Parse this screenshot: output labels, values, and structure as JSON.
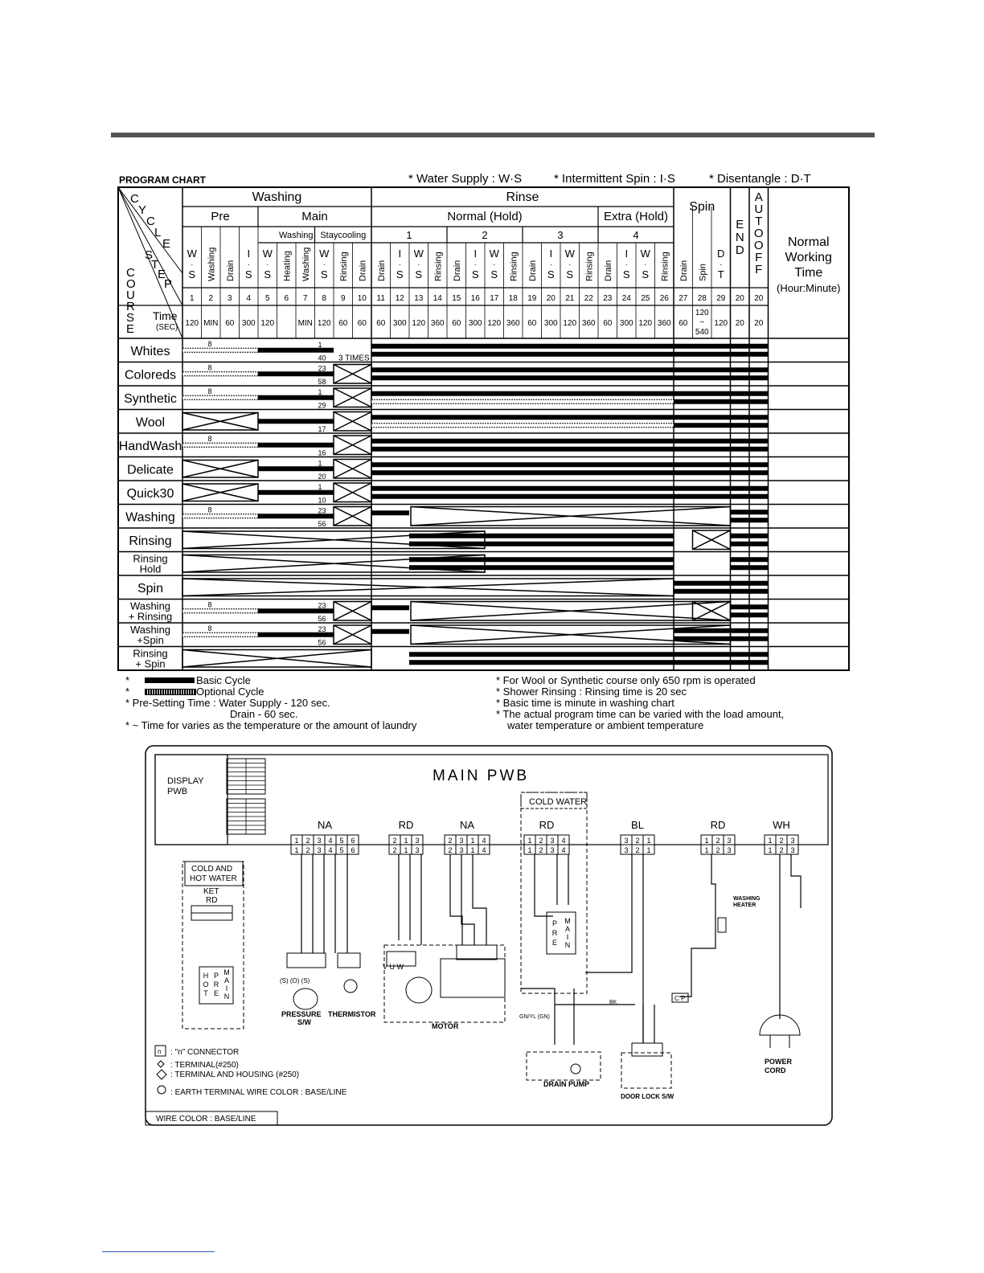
{
  "chart": {
    "title": "PROGRAM CHART",
    "abbrev": [
      "* Water Supply : W·S",
      "* Intermittent Spin : I·S",
      "* Disentangle : D·T"
    ],
    "groups": {
      "washing": "Washing",
      "rinse": "Rinse",
      "spin": "Spin",
      "end": "END",
      "autooff": "AUTOOFF"
    },
    "sub": {
      "pre": "Pre",
      "main": "Main",
      "normal": "Normal (Hold)",
      "extra": "Extra (Hold)"
    },
    "main_sub": {
      "washing": "Washing",
      "staycooling": "Staycooling"
    },
    "rinse_nums": [
      "1",
      "2",
      "3",
      "4"
    ],
    "corner": {
      "cycle": "CYCLE",
      "step": "STEP",
      "course": "COURSE",
      "time": "Time",
      "sec": "(SEC)"
    },
    "normal_time": [
      "Normal",
      "Working",
      "Time",
      "(Hour:Minute)"
    ],
    "steps": [
      {
        "label": "W·S",
        "no": "1",
        "time": "120"
      },
      {
        "label": "Washing",
        "no": "2",
        "time": "MIN"
      },
      {
        "label": "Drain",
        "no": "3",
        "time": "60"
      },
      {
        "label": "I·S",
        "no": "4",
        "time": "300"
      },
      {
        "label": "W·S",
        "no": "5",
        "time": "120"
      },
      {
        "label": "Heating",
        "no": "6",
        "time": ""
      },
      {
        "label": "Washing",
        "no": "7",
        "time": "MIN"
      },
      {
        "label": "W·S",
        "no": "8",
        "time": "120"
      },
      {
        "label": "Rinsing",
        "no": "9",
        "time": "60"
      },
      {
        "label": "Drain",
        "no": "10",
        "time": "60"
      },
      {
        "label": "Drain",
        "no": "11",
        "time": "60"
      },
      {
        "label": "I·S",
        "no": "12",
        "time": "300"
      },
      {
        "label": "W·S",
        "no": "13",
        "time": "120"
      },
      {
        "label": "Rinsing",
        "no": "14",
        "time": "360"
      },
      {
        "label": "Drain",
        "no": "15",
        "time": "60"
      },
      {
        "label": "I·S",
        "no": "16",
        "time": "300"
      },
      {
        "label": "W·S",
        "no": "17",
        "time": "120"
      },
      {
        "label": "Rinsing",
        "no": "18",
        "time": "360"
      },
      {
        "label": "Drain",
        "no": "19",
        "time": "60"
      },
      {
        "label": "I·S",
        "no": "20",
        "time": "300"
      },
      {
        "label": "W·S",
        "no": "21",
        "time": "120"
      },
      {
        "label": "Rinsing",
        "no": "22",
        "time": "360"
      },
      {
        "label": "Drain",
        "no": "23",
        "time": "60"
      },
      {
        "label": "I·S",
        "no": "24",
        "time": "300"
      },
      {
        "label": "W·S",
        "no": "25",
        "time": "120"
      },
      {
        "label": "Rinsing",
        "no": "26",
        "time": "360"
      },
      {
        "label": "Drain",
        "no": "27",
        "time": "60"
      },
      {
        "label": "Spin",
        "no": "28",
        "time": "120 ~ 540"
      },
      {
        "label": "D·T",
        "no": "29",
        "time": "120"
      },
      {
        "label": "",
        "no": "20",
        "time": "20"
      },
      {
        "label": "",
        "no": "20",
        "time": "20"
      }
    ],
    "courses": [
      {
        "name": "Whites",
        "n1": "8",
        "n2": "1",
        "n3": "40",
        "extra": "3 TIMES"
      },
      {
        "name": "Coloreds",
        "n1": "8",
        "n2": "23",
        "n3": "58",
        "extra": ""
      },
      {
        "name": "Synthetic",
        "n1": "8",
        "n2": "1",
        "n3": "29",
        "extra": ""
      },
      {
        "name": "Wool",
        "n1": "",
        "n2": "",
        "n3": "17",
        "extra": ""
      },
      {
        "name": "HandWash",
        "n1": "8",
        "n2": "",
        "n3": "16",
        "extra": ""
      },
      {
        "name": "Delicate",
        "n1": "",
        "n2": "1",
        "n3": "20",
        "extra": ""
      },
      {
        "name": "Quick30",
        "n1": "",
        "n2": "1",
        "n3": "10",
        "extra": ""
      },
      {
        "name": "Washing",
        "n1": "8",
        "n2": "23",
        "n3": "56",
        "extra": ""
      },
      {
        "name": "Rinsing",
        "n1": "",
        "n2": "",
        "n3": "",
        "extra": ""
      },
      {
        "name": "Rinsing Hold",
        "n1": "",
        "n2": "",
        "n3": "",
        "extra": ""
      },
      {
        "name": "Spin",
        "n1": "",
        "n2": "",
        "n3": "",
        "extra": ""
      },
      {
        "name": "Washing + Rinsing",
        "n1": "8",
        "n2": "23",
        "n3": "56",
        "extra": ""
      },
      {
        "name": "Washing +Spin",
        "n1": "8",
        "n2": "23",
        "n3": "56",
        "extra": ""
      },
      {
        "name": "Rinsing + Spin",
        "n1": "",
        "n2": "",
        "n3": "",
        "extra": ""
      }
    ],
    "legend": {
      "basic": "Basic Cycle",
      "optional": "Optional Cycle"
    },
    "notes_left": [
      "* Pre-Setting Time : Water Supply - 120 sec.",
      "Drain          -   60 sec.",
      "* ~ Time for varies as the temperature or      the amount of laundry"
    ],
    "notes_right": [
      "* For Wool or Synthetic course only 650 rpm is operated",
      "* Shower Rinsing : Rinsing time is 20 sec",
      "* Basic time is minute in washing chart",
      "* The actual program time can be varied with the load amount,",
      "water temperature or ambient temperature"
    ]
  },
  "diagram": {
    "main_pwb": "MAIN PWB",
    "display_pwb": [
      "DISPLAY",
      "PWB"
    ],
    "cold_water": "COLD WATER",
    "cold_hot": [
      "COLD AND",
      "HOT WATER"
    ],
    "ket_rd": [
      "KET",
      "RD"
    ],
    "connectors": [
      {
        "color": "NA",
        "pins": "1 2 3 4 5 6"
      },
      {
        "color": "RD",
        "pins": "2 1 3"
      },
      {
        "color": "NA",
        "pins": "2 3 1 4"
      },
      {
        "color": "RD",
        "pins": "1 2 3 4"
      },
      {
        "color": "BL",
        "pins": "3 2 1"
      },
      {
        "color": "RD",
        "pins": "1 2 3"
      },
      {
        "color": "WH",
        "pins": "1 2 3"
      }
    ],
    "labels": {
      "pressure": "PRESSURE S/W",
      "thermistor": "THERMISTOR",
      "motor": "MOTOR",
      "drain_pump": "DRAIN PUMP",
      "door_lock": "DOOR LOCK S/W",
      "power_cord": "POWER CORD",
      "washing_heater": "WASHING HEATER",
      "gnyl": "GN/YL (GN)",
      "bk": "BK",
      "hot": "HOT",
      "pre": "PRE",
      "main": "MAIN"
    },
    "legend": [
      "\"n\" CONNECTOR",
      "TERMINAL(#250)",
      "TERMINAL AND HOUSING (#250)",
      "EARTH TERMINAL WIRE COLOR : BASE/LINE"
    ],
    "wire_color": "WIRE COLOR : BASE/LINE"
  }
}
